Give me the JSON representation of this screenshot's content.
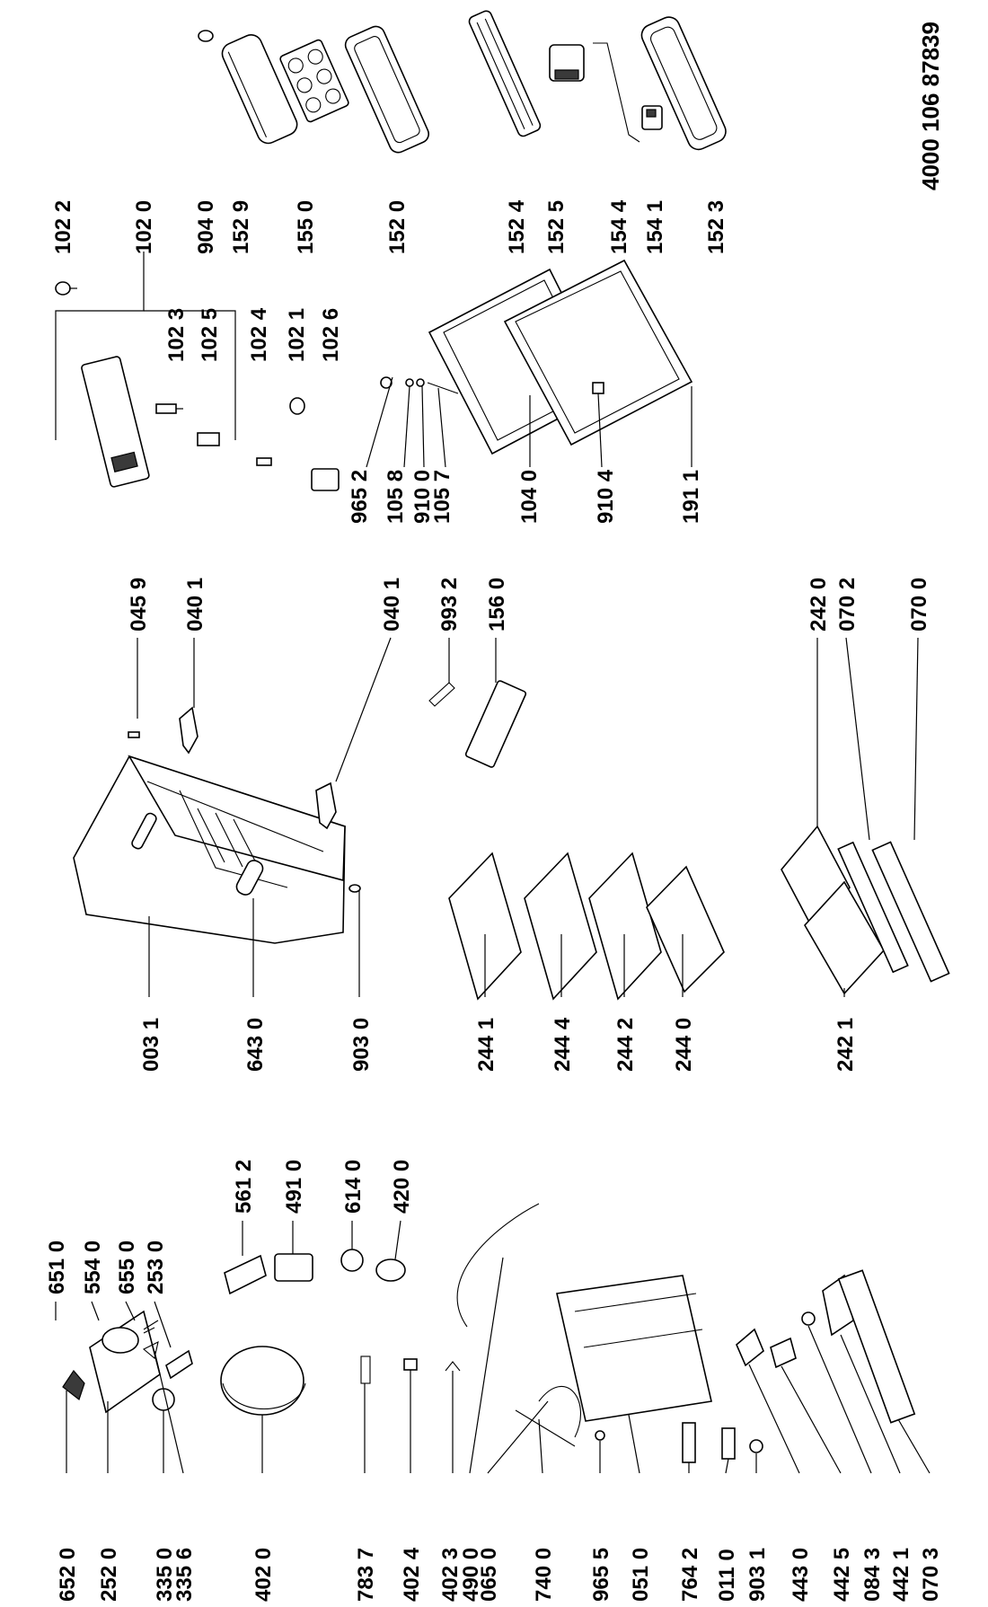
{
  "document_number": "4000 106 87839",
  "groups": {
    "freezer_door": [
      "904 0",
      "152 9",
      "155 0",
      "152 0",
      "152 4",
      "152 5",
      "154 4",
      "154 1",
      "152 3"
    ],
    "door_handle": [
      "102 2",
      "102 0",
      "102 3",
      "102 5",
      "102 4",
      "102 1",
      "102 6"
    ],
    "door_assembly": [
      "965 2",
      "105 8",
      "910 0",
      "105 7",
      "104 0",
      "910 4",
      "191 1"
    ],
    "cabinet": [
      "045 9",
      "040 1",
      "040 1",
      "993 2",
      "156 0",
      "003 1",
      "643 0",
      "903 0",
      "244 1",
      "244 4",
      "244 2",
      "244 0",
      "242 0",
      "070 2",
      "070 0",
      "242 1"
    ],
    "machine": [
      "651 0",
      "554 0",
      "655 0",
      "253 0",
      "652 0",
      "252 0",
      "335 0",
      "335 6",
      "561 2",
      "491 0",
      "614 0",
      "420 0",
      "402 0",
      "783 7",
      "402 4",
      "402 3",
      "490 0",
      "065 0",
      "740 0",
      "965 5",
      "051 0",
      "764 2",
      "011 0",
      "903 1",
      "443 0",
      "442 5",
      "084 3",
      "442 1",
      "070 3"
    ]
  }
}
